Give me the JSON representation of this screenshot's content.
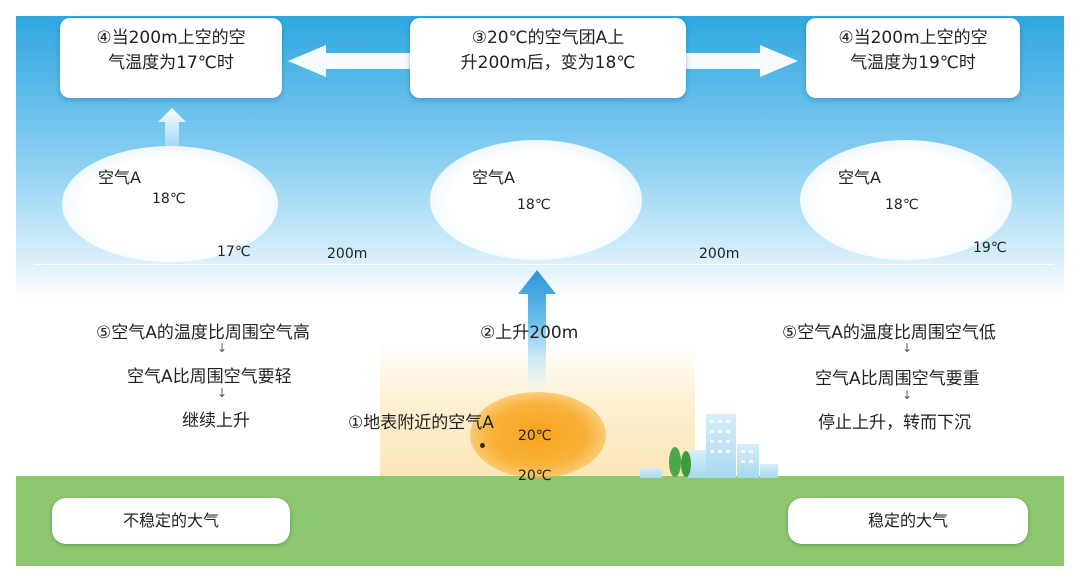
{
  "top_boxes": {
    "left": [
      "④当200m上空的空",
      "气温度为17℃时"
    ],
    "center": [
      "③20℃的空气团A上",
      "升200m后，变为18℃"
    ],
    "right": [
      "④当200m上空的空",
      "气温度为19℃时"
    ]
  },
  "clouds": {
    "left": {
      "name": "空气A",
      "temp": "18℃"
    },
    "center": {
      "name": "空气A",
      "temp": "18℃"
    },
    "right": {
      "name": "空气A",
      "temp": "18℃"
    }
  },
  "altitude": {
    "left_temp": "17℃",
    "right_temp": "19℃",
    "left_height": "200m",
    "right_height": "200m"
  },
  "left_chain": {
    "line1": "⑤空气A的温度比周围空气高",
    "line2": "空气A比周围空气要轻",
    "line3": "继续上升"
  },
  "center_text": {
    "rise": "②上升200m",
    "surface_air": "①地表附近的空气A",
    "air_temp": "20℃",
    "ground_temp": "20℃"
  },
  "right_chain": {
    "line1": "⑤空气A的温度比周围空气低",
    "line2": "空气A比周围空气要重",
    "line3": "停止上升，转而下沉"
  },
  "bottom_labels": {
    "left": "不稳定的大气",
    "right": "稳定的大气"
  },
  "colors": {
    "sky_top": "#2ea7e0",
    "ground": "#8dc870",
    "rise_arrow": "#3aa3e0",
    "sun": "#f7a21c"
  }
}
